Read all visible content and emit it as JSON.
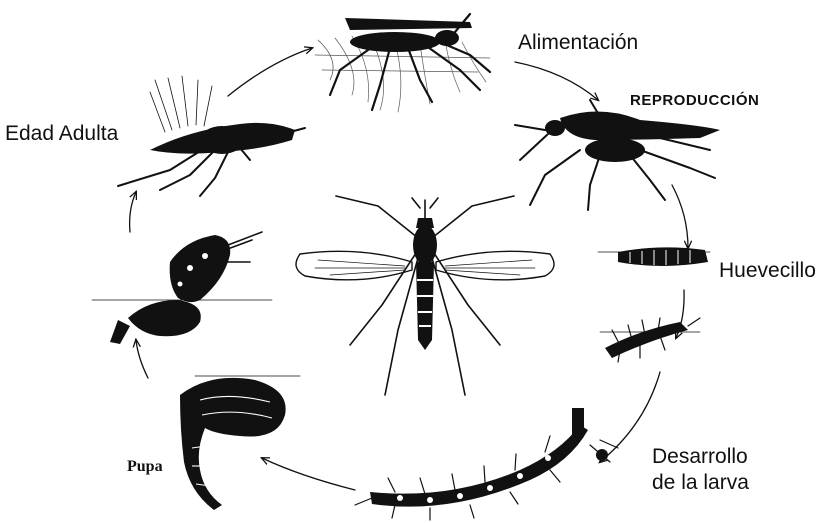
{
  "diagram": {
    "title": "",
    "stages": [
      {
        "id": "feeding",
        "label": "Alimentación",
        "icon": "feeding-mosquito-icon"
      },
      {
        "id": "reproduction",
        "label": "REPRODUCCIÓN",
        "icon": "mating-mosquito-icon"
      },
      {
        "id": "egg",
        "label": "Huevecillo",
        "icon": "egg-raft-icon"
      },
      {
        "id": "larva",
        "label": "Desarrollo de la larva",
        "label_lines": [
          "Desarrollo",
          "de la larva"
        ],
        "icon": "larva-icon"
      },
      {
        "id": "pupa",
        "label": "Pupa",
        "icon": "pupa-icon"
      },
      {
        "id": "emergence",
        "label": "",
        "icon": "emerging-adult-icon"
      },
      {
        "id": "adult",
        "label": "Edad Adulta",
        "icon": "adult-mosquito-icon"
      }
    ],
    "center_icon": "adult-mosquito-center-icon",
    "cycle_direction": "clockwise",
    "colors": {
      "ink": "#111111",
      "background": "#ffffff"
    }
  }
}
